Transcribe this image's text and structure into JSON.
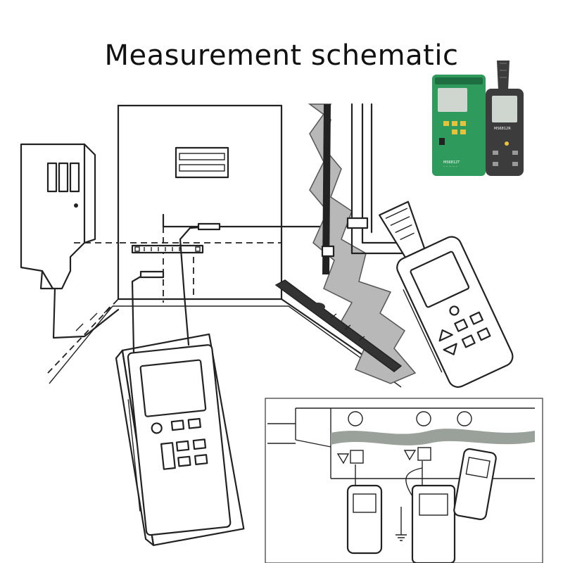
{
  "title": "Measurement schematic",
  "photo": {
    "transmitter_model": "MS6812T",
    "receiver_model": "MS6812R",
    "transmitter_color": "#2e9a5c",
    "receiver_color": "#3c3c3c",
    "accent_color": "#e7c33d"
  }
}
